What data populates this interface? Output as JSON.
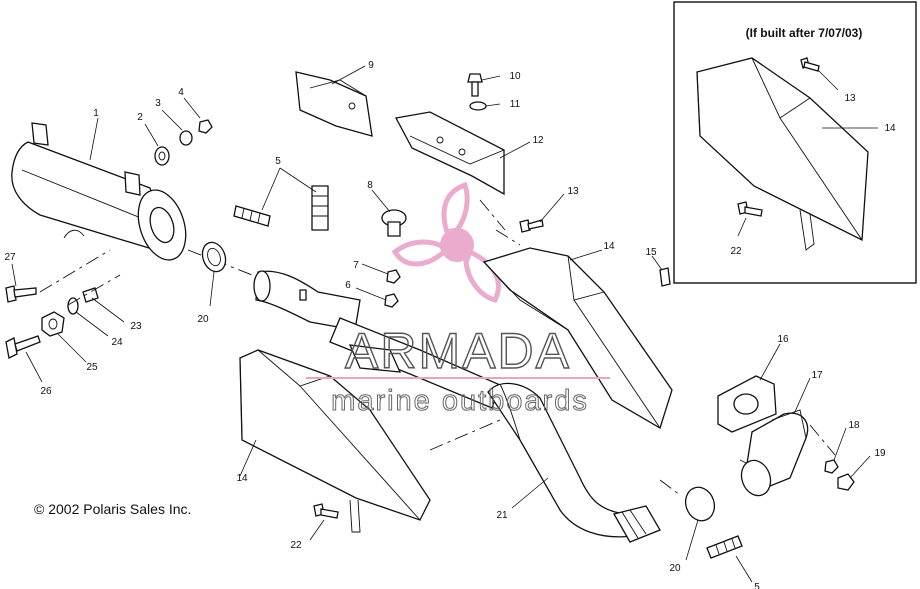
{
  "inset_note": "(If built after 7/07/03)",
  "copyright": "© 2002 Polaris Sales Inc.",
  "watermark": {
    "title": "ARMADA",
    "subtitle": "marine outboards",
    "logo_color": "#e9a3c7"
  },
  "callouts": [
    {
      "id": "c1",
      "text": "1"
    },
    {
      "id": "c2",
      "text": "2"
    },
    {
      "id": "c3",
      "text": "3"
    },
    {
      "id": "c4",
      "text": "4"
    },
    {
      "id": "c5a",
      "text": "5"
    },
    {
      "id": "c5b",
      "text": "5"
    },
    {
      "id": "c6",
      "text": "6"
    },
    {
      "id": "c7",
      "text": "7"
    },
    {
      "id": "c8",
      "text": "8"
    },
    {
      "id": "c9",
      "text": "9"
    },
    {
      "id": "c10",
      "text": "10"
    },
    {
      "id": "c11",
      "text": "11"
    },
    {
      "id": "c12",
      "text": "12"
    },
    {
      "id": "c13a",
      "text": "13"
    },
    {
      "id": "c13b",
      "text": "13"
    },
    {
      "id": "c14a",
      "text": "14"
    },
    {
      "id": "c14b",
      "text": "14"
    },
    {
      "id": "c14c",
      "text": "14"
    },
    {
      "id": "c15",
      "text": "15"
    },
    {
      "id": "c16",
      "text": "16"
    },
    {
      "id": "c17",
      "text": "17"
    },
    {
      "id": "c18",
      "text": "18"
    },
    {
      "id": "c19",
      "text": "19"
    },
    {
      "id": "c20a",
      "text": "20"
    },
    {
      "id": "c20b",
      "text": "20"
    },
    {
      "id": "c21",
      "text": "21"
    },
    {
      "id": "c22a",
      "text": "22"
    },
    {
      "id": "c22b",
      "text": "22"
    },
    {
      "id": "c23",
      "text": "23"
    },
    {
      "id": "c24",
      "text": "24"
    },
    {
      "id": "c25",
      "text": "25"
    },
    {
      "id": "c26",
      "text": "26"
    },
    {
      "id": "c27",
      "text": "27"
    }
  ]
}
